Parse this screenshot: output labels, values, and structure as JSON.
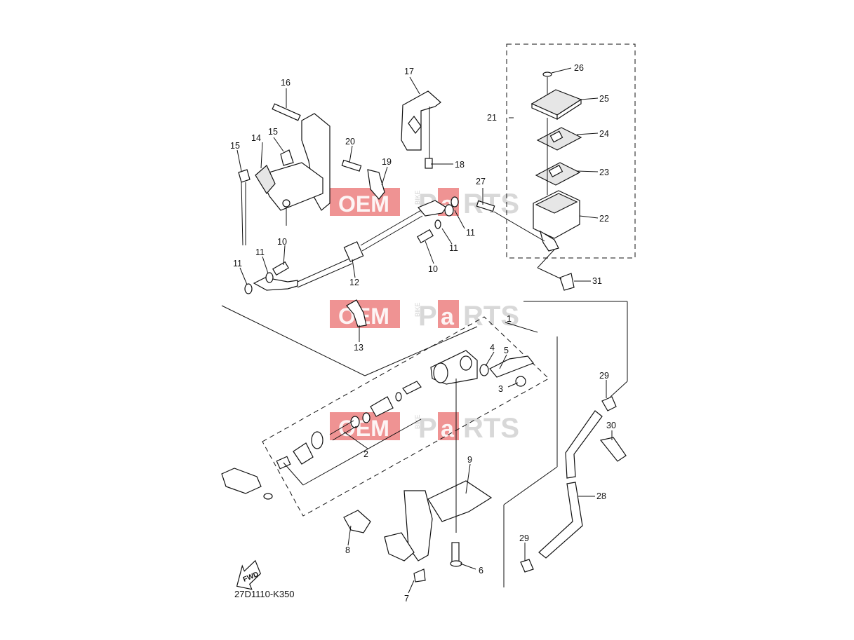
{
  "diagram_code": "27D1110-K350",
  "fwd_label": "FWD",
  "watermark": {
    "left": "OEM",
    "vertical": "BIKE",
    "right_a": "P",
    "right_b": "a",
    "right_c": "RTS"
  },
  "callouts": [
    "1",
    "2",
    "3",
    "4",
    "5",
    "6",
    "7",
    "8",
    "9",
    "10",
    "10",
    "11",
    "11",
    "11",
    "11",
    "12",
    "13",
    "14",
    "15",
    "15",
    "16",
    "17",
    "18",
    "19",
    "20",
    "21",
    "22",
    "23",
    "24",
    "25",
    "26",
    "27",
    "28",
    "29",
    "29",
    "30",
    "31"
  ]
}
